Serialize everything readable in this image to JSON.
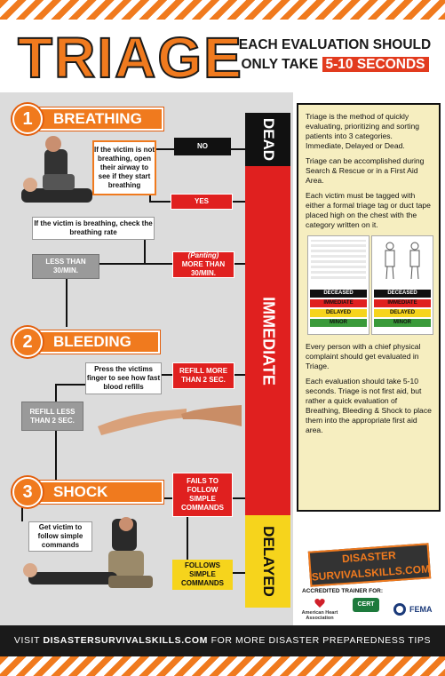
{
  "header": {
    "title": "TRIAGE",
    "subtitle_line1": "EACH EVALUATION SHOULD",
    "subtitle_line2_prefix": "ONLY TAKE",
    "subtitle_line2_highlight": "5-10 SECONDS"
  },
  "categories": {
    "dead": "DEAD",
    "immediate": "IMMEDIATE",
    "delayed": "DELAYED"
  },
  "steps": [
    {
      "number": "1",
      "label": "BREATHING"
    },
    {
      "number": "2",
      "label": "BLEEDING"
    },
    {
      "number": "3",
      "label": "SHOCK"
    }
  ],
  "breathing": {
    "not_breathing": "If the victim is not breathing, open their airway to see if they start breathing",
    "no": "NO",
    "yes": "YES",
    "is_breathing": "If the victim is breathing, check the breathing rate",
    "less_than": "LESS THAN 30/MIN.",
    "panting": "(Panting)",
    "more_than": "MORE THAN 30/MIN."
  },
  "bleeding": {
    "press": "Press the victims finger to see how fast blood refills",
    "refill_more": "REFILL MORE THAN 2 SEC.",
    "refill_less": "REFILL LESS THAN 2 SEC."
  },
  "shock": {
    "fails": "FAILS TO FOLLOW SIMPLE COMMANDS",
    "get_victim": "Get victim to follow simple commands",
    "follows": "FOLLOWS SIMPLE COMMANDS"
  },
  "info": {
    "p1": "Triage is the method of quickly evaluating, prioritizing and sorting patients into 3 categories. Immediate, Delayed or Dead.",
    "p2": "Triage can be accomplished during Search & Rescue or in a First Aid Area.",
    "p3": "Each victim must be tagged with either a formal triage tag or duct tape placed high on the chest with the category written on it.",
    "tag_rows": [
      "DECEASED",
      "IMMEDIATE",
      "DELAYED",
      "MINOR"
    ],
    "p4": "Every person with a chief physical complaint should get evaluated in Triage.",
    "p5": "Each evaluation should take 5-10 seconds. Triage is not first aid, but rather a quick evaluation of Breathing, Bleeding & Shock to place them into the appropriate first aid area."
  },
  "branding": {
    "logo_line1": "DISASTER",
    "logo_line2": "SURVIVALSKILLS.COM",
    "accredited": "ACCREDITED TRAINER FOR:",
    "partners": [
      "American Heart Association",
      "CERT",
      "FEMA"
    ]
  },
  "footer": {
    "prefix": "VISIT",
    "site": "DISASTERSURVIVALSKILLS.COM",
    "suffix": "FOR MORE DISASTER PREPAREDNESS TIPS"
  },
  "colors": {
    "orange": "#f07a1e",
    "red": "#e0201f",
    "yellow": "#f6d41c",
    "black": "#111111"
  }
}
